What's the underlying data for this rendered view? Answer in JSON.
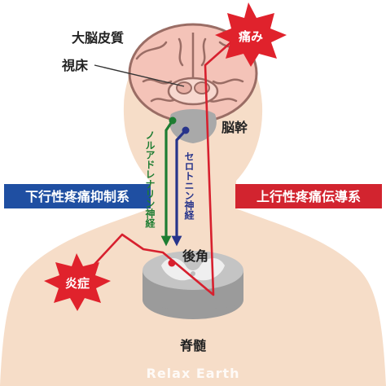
{
  "labels": {
    "cortex": "大脳皮質",
    "thalamus": "視床",
    "brainstem": "脳幹",
    "dorsal_horn": "後角",
    "spinal_cord": "脊髄",
    "pain": "痛み",
    "inflammation": "炎症",
    "descending_system": "下行性疼痛抑制系",
    "ascending_system": "上行性疼痛伝導系",
    "noradrenaline_nerve": "ノルアドレナリン神経",
    "serotonin_nerve": "セロトニン神経",
    "watermark": "Relax Earth"
  },
  "colors": {
    "skin": "#f6ddc8",
    "brain": "#f4c3b8",
    "brain_outline": "#9a6d65",
    "brainstem": "#a9a9a9",
    "spinal_cord": "#c4c4c4",
    "spinal_gray": "#efefef",
    "pain_path": "#d7202e",
    "noradrenaline": "#1e7d32",
    "serotonin": "#27348b",
    "descending_box": "#1f4fa2",
    "ascending_box": "#d2242f",
    "burst": "#e0222c"
  }
}
